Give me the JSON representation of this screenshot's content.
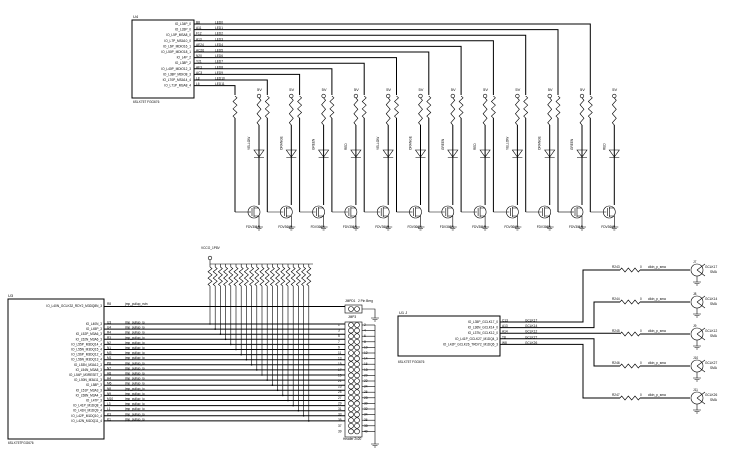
{
  "led_block": {
    "part_ref": "U4",
    "part_number": "6SLX75T FGG676",
    "pin_names": [
      "IO_L34P_0",
      "IO_L33P_0",
      "IO_L5P_MSA8_0",
      "IO_L7P_MSA10_0",
      "IO_L6P_MDIO16_1",
      "IO_L50P_MDIO18_1",
      "IO_L4P_2",
      "IO_L38P_2",
      "IO_L40P_MDIO12_3",
      "IO_L38P_MDIO8_3",
      "IO_L70P_MSA14_4",
      "IO_L71P_MSA8_4"
    ],
    "pin_numbers": [
      "B8",
      "A11",
      "F12",
      "A13",
      "AE24",
      "AC26",
      "N20",
      "Y21",
      "AF3",
      "AC3",
      "L8",
      "L6"
    ],
    "nets": [
      "LED0",
      "LED1",
      "LED2",
      "LED3",
      "LED4",
      "LED5",
      "LED6",
      "LED7",
      "LED8",
      "LED9",
      "LED10",
      "LED11"
    ],
    "supply": "5V",
    "led_colors": [
      "RED",
      "GREEN",
      "ORANGE",
      "YELLOW",
      "RED",
      "GREEN",
      "ORANGE",
      "YELLOW",
      "RED",
      "GREEN",
      "ORANGE",
      "YELLOW"
    ],
    "transistor": "FDV301N"
  },
  "header_block": {
    "part_ref": "U3",
    "part_number": "6SLX75TFGG676",
    "first_pin": {
      "name": "IO_L40N_GCLK32_RDY2_M3DQ8N_3",
      "number": "R8",
      "net": "jmp_pullup_rstn"
    },
    "pin_names": [
      "IO_L40N_3",
      "IO_L45P_3",
      "IO_L52P_M3A6_3",
      "IO_L52N_M3A6_3",
      "IO_L55P_M3DQ14_4",
      "IO_L55N_M3DQ15_4",
      "IO_L56P_M3DQ12_4",
      "IO_L56N_M3DQ13_4",
      "IO_L53N_M3A12_3",
      "IO_L54N_M3A8_3",
      "IO_L54P_M3RESET_3",
      "IO_L50N_M3A11_3",
      "IO_L58P_3",
      "IO_L51P_M3A3_3",
      "IO_L58N_M3A4_3",
      "IO_L47P_3",
      "IO_L41P_M1DQ8_4",
      "IO_L41N_M1DQ9_4",
      "IO_L42P_M1DQ10_4",
      "IO_L42N_M1DQ11_4"
    ],
    "pin_numbers": [
      "U3",
      "U4",
      "R4",
      "R3",
      "N2",
      "N1",
      "M3",
      "M1",
      "P8",
      "N7",
      "H8",
      "H4",
      "M6",
      "N8",
      "N9",
      "M10",
      "L3",
      "L1",
      "K3",
      "K1"
    ],
    "net": "jmp_pullup_io",
    "pullup_supply": "VCCO_1P8V",
    "jumper_ref": "JMPD1",
    "jumper_desc": "2 Pin Berg",
    "header_ref": "JMP3",
    "header_desc": "Header 2x20"
  },
  "clock_block": {
    "part_ref": "U1 J",
    "part_number": "6SLX75T FGG676",
    "pin_names": [
      "IO_L35P_GCLK17_0",
      "IO_L36N_GCLK14_0",
      "IO_L37N_GCLK12_0",
      "IO_L41P_GCLK27_M1DQ4_3",
      "IO_L42P_GCLK26_TRDY2_M1DQ6_3"
    ],
    "pin_numbers": [
      "C13",
      "A13",
      "A14",
      "T8",
      "W8"
    ],
    "nets": [
      "GCLK17",
      "GCLK14",
      "GCLK12",
      "GCLK27",
      "GCLK26"
    ],
    "resistors": [
      "R243",
      "R244",
      "R245",
      "R246",
      "R247"
    ],
    "resistor_value": "0",
    "connector_net": "clkin_p_sma",
    "connectors": [
      "J7",
      "J8",
      "J9",
      "J10",
      "J11"
    ],
    "connector_labels": [
      "GCLK17",
      "GCLK14",
      "GCLK12",
      "GCLK27",
      "GCLK26"
    ],
    "connector_type": "SMA"
  }
}
